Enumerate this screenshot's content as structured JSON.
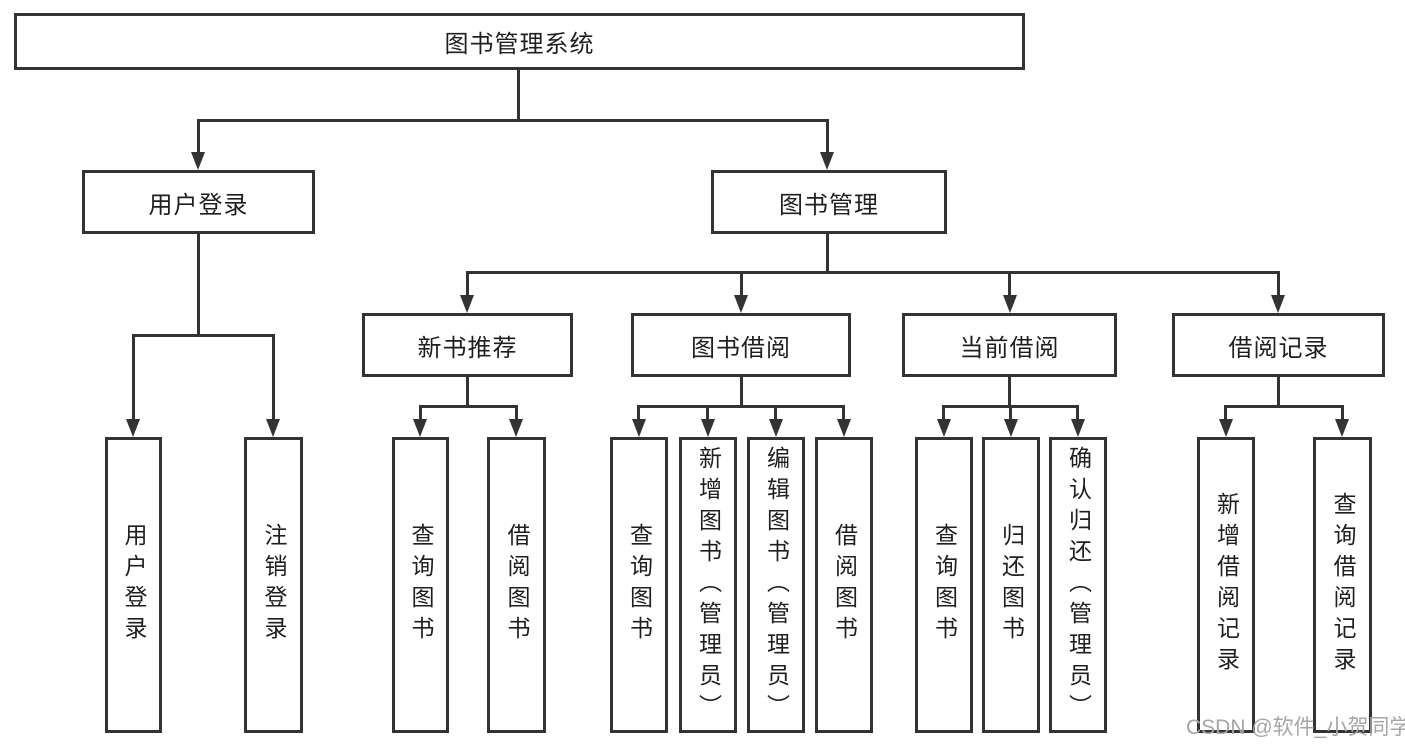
{
  "diagram": {
    "type": "tree-structure-diagram",
    "colors": {
      "line": "#333333",
      "text": "#1f1f1f",
      "box_bg": "#ffffff",
      "bg": "#ffffff",
      "watermark": "#a6a6a6"
    },
    "root": {
      "label": "图书管理系统",
      "children": [
        {
          "label": "用户登录",
          "children": [
            {
              "label": "用户登录"
            },
            {
              "label": "注销登录"
            }
          ]
        },
        {
          "label": "图书管理",
          "children": [
            {
              "label": "新书推荐",
              "children": [
                {
                  "label": "查询图书"
                },
                {
                  "label": "借阅图书"
                }
              ]
            },
            {
              "label": "图书借阅",
              "children": [
                {
                  "label": "查询图书"
                },
                {
                  "label": "新增图书（管理员）"
                },
                {
                  "label": "编辑图书（管理员）"
                },
                {
                  "label": "借阅图书"
                }
              ]
            },
            {
              "label": "当前借阅",
              "children": [
                {
                  "label": "查询图书"
                },
                {
                  "label": "归还图书"
                },
                {
                  "label": "确认归还（管理员）"
                }
              ]
            },
            {
              "label": "借阅记录",
              "children": [
                {
                  "label": "新增借阅记录"
                },
                {
                  "label": "查询借阅记录"
                }
              ]
            }
          ]
        }
      ]
    },
    "watermark": "CSDN @软件_小贺同学"
  }
}
